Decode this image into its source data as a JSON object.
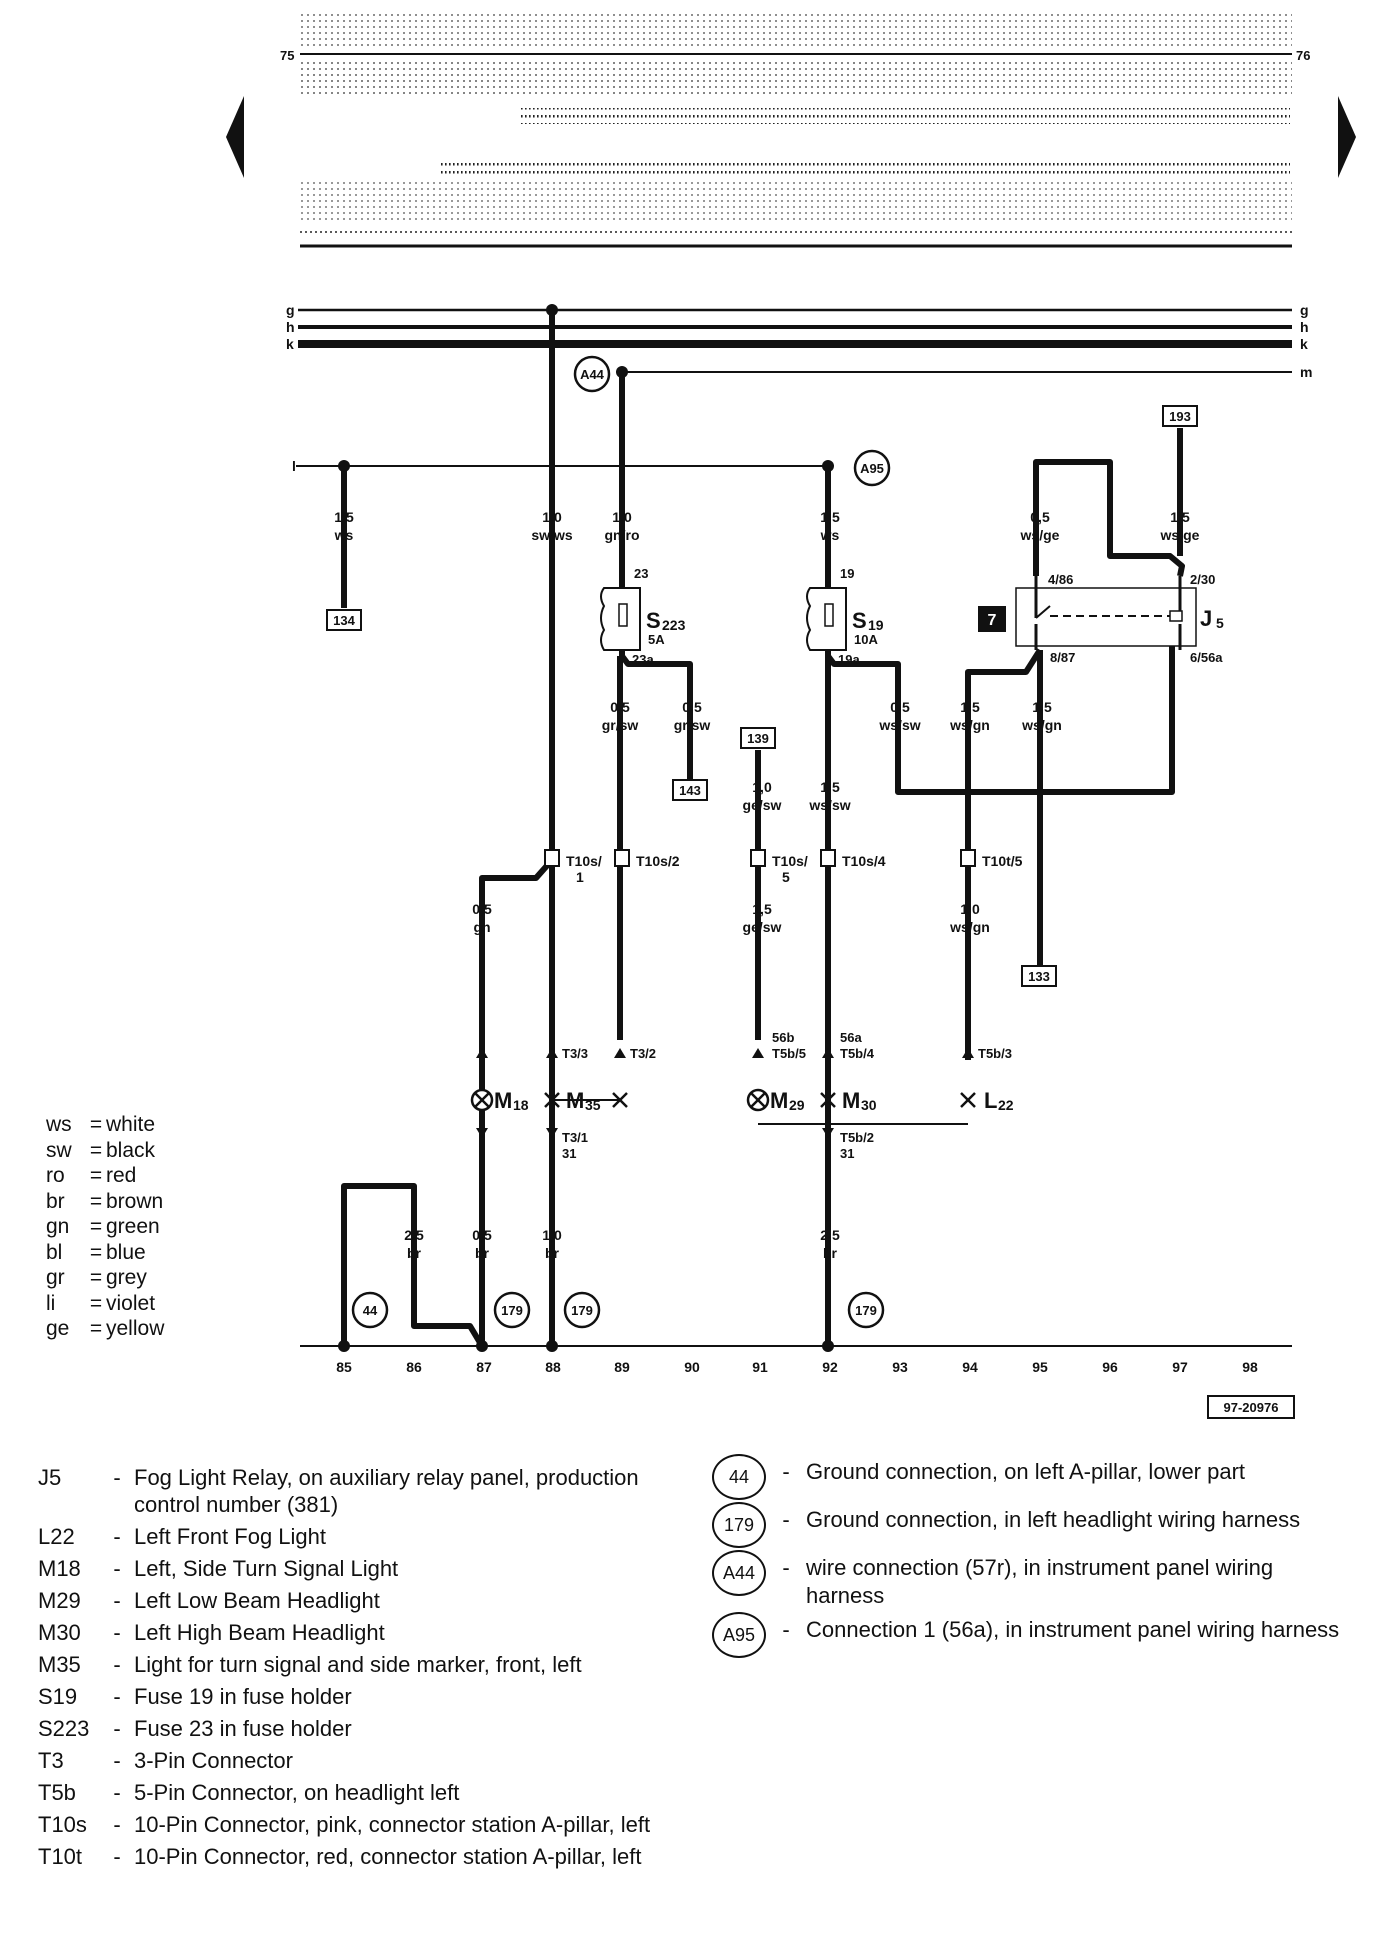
{
  "header": {
    "left_page_number": "75",
    "right_page_number": "76",
    "prev_arrow": "triangle-left",
    "next_arrow": "triangle-right"
  },
  "buses": {
    "g": "g",
    "h": "h",
    "k": "k",
    "m": "m",
    "l": "l"
  },
  "references": {
    "ref_134": "134",
    "ref_143": "143",
    "ref_139": "139",
    "ref_133": "133",
    "ref_193": "193",
    "relay_ref": "7"
  },
  "wire_connections": {
    "a44": "A44",
    "a95": "A95"
  },
  "wires": {
    "w85_size": "1,5",
    "w85_color": "ws",
    "w88_size": "1,0",
    "w88_color": "sw/ws",
    "w89_size": "1,0",
    "w89_color": "gn/ro",
    "w92_size": "1,5",
    "w92_color": "ws",
    "w95_size": "0,5",
    "w95_color": "ws/ge",
    "w97_size": "1,5",
    "w97_color": "ws/ge",
    "w89b_size": "0,5",
    "w89b_color": "gr/sw",
    "w90_size": "0,5",
    "w90_color": "gr/sw",
    "w93_size": "0,5",
    "w93_color": "ws/sw",
    "w94_size": "1,5",
    "w94_color": "ws/gn",
    "w95b_size": "1,5",
    "w95b_color": "ws/gn",
    "w91_size": "1,0",
    "w91_color": "ge/sw",
    "w92b_size": "1,5",
    "w92b_color": "ws/sw",
    "w87_size": "0,5",
    "w87_color": "gn",
    "w91b_size": "1,5",
    "w91b_color": "ge/sw",
    "w94b_size": "1,0",
    "w94b_color": "ws/gn",
    "w86g_size": "2,5",
    "w86g_color": "br",
    "w87g_size": "0,5",
    "w87g_color": "br",
    "w88g_size": "1,0",
    "w88g_color": "br",
    "w92g_size": "2,5",
    "w92g_color": "br"
  },
  "fuses": {
    "s223_name": "S",
    "s223_sub": "223",
    "s223_rating": "5A",
    "s223_in": "23",
    "s223_out": "23a",
    "s19_name": "S",
    "s19_sub": "19",
    "s19_rating": "10A",
    "s19_in": "19",
    "s19_out": "19a"
  },
  "relay": {
    "name": "J",
    "sub": "5",
    "pin_in_left": "4/86",
    "pin_in_right": "2/30",
    "pin_out_left": "8/87",
    "pin_out_right": "6/56a"
  },
  "connectors": {
    "t10s1_a": "T10s/",
    "t10s1_b": "1",
    "t10s2": "T10s/2",
    "t10s5_a": "T10s/",
    "t10s5_b": "5",
    "t10s4": "T10s/4",
    "t10t5": "T10t/5",
    "t33": "T3/3",
    "t32": "T3/2",
    "t31": "T3/1",
    "t31_num": "31",
    "t5b5_a": "56b",
    "t5b5_b": "T5b/5",
    "t5b4_a": "56a",
    "t5b4_b": "T5b/4",
    "t5b3": "T5b/3",
    "t5b2": "T5b/2",
    "t5b2_num": "31"
  },
  "components": {
    "m18": "M",
    "m18_sub": "18",
    "m35": "M",
    "m35_sub": "35",
    "m29": "M",
    "m29_sub": "29",
    "m30": "M",
    "m30_sub": "30",
    "l22": "L",
    "l22_sub": "22"
  },
  "grounds": {
    "g44": "44",
    "g179a": "179",
    "g179b": "179",
    "g179c": "179"
  },
  "grid_numbers": [
    "85",
    "86",
    "87",
    "88",
    "89",
    "90",
    "91",
    "92",
    "93",
    "94",
    "95",
    "96",
    "97",
    "98"
  ],
  "figure_id": "97-20976",
  "color_key": [
    {
      "abbr": "ws",
      "name": "white"
    },
    {
      "abbr": "sw",
      "name": "black"
    },
    {
      "abbr": "ro",
      "name": "red"
    },
    {
      "abbr": "br",
      "name": "brown"
    },
    {
      "abbr": "gn",
      "name": "green"
    },
    {
      "abbr": "bl",
      "name": "blue"
    },
    {
      "abbr": "gr",
      "name": "grey"
    },
    {
      "abbr": "li",
      "name": "violet"
    },
    {
      "abbr": "ge",
      "name": "yellow"
    }
  ],
  "legend_left": [
    {
      "code": "J5",
      "desc": "Fog Light Relay, on auxiliary relay panel, production control number (381)"
    },
    {
      "code": "L22",
      "desc": "Left Front Fog Light"
    },
    {
      "code": "M18",
      "desc": "Left, Side Turn Signal Light"
    },
    {
      "code": "M29",
      "desc": "Left Low Beam Headlight"
    },
    {
      "code": "M30",
      "desc": "Left High Beam Headlight"
    },
    {
      "code": "M35",
      "desc": "Light for turn signal and side marker, front, left"
    },
    {
      "code": "S19",
      "desc": "Fuse 19 in fuse holder"
    },
    {
      "code": "S223",
      "desc": "Fuse 23 in fuse holder"
    },
    {
      "code": "T3",
      "desc": "3-Pin Connector"
    },
    {
      "code": "T5b",
      "desc": "5-Pin Connector, on headlight left"
    },
    {
      "code": "T10s",
      "desc": "10-Pin Connector, pink, connector station A-pillar, left"
    },
    {
      "code": "T10t",
      "desc": "10-Pin Connector, red, connector station A-pillar, left"
    }
  ],
  "legend_right": [
    {
      "sym": "44",
      "desc": "Ground connection, on left A-pillar, lower part"
    },
    {
      "sym": "179",
      "desc": "Ground connection, in left headlight wiring harness"
    },
    {
      "sym": "A44",
      "desc": "wire connection (57r), in instrument panel wiring harness"
    },
    {
      "sym": "A95",
      "desc": "Connection 1 (56a), in instrument panel wiring harness"
    }
  ],
  "dash": "-",
  "eq": "="
}
